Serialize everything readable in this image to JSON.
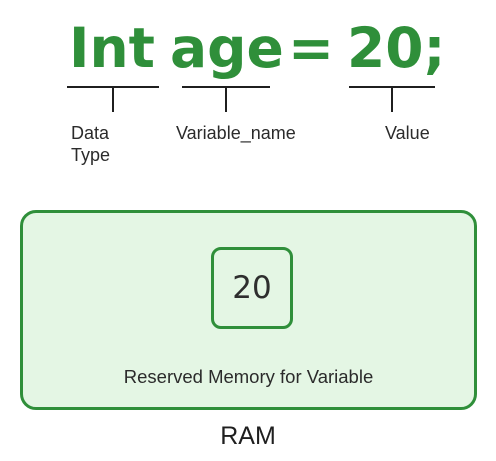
{
  "code": {
    "type_keyword": "Int",
    "variable_name": "age",
    "assignment": "=",
    "value": "20;"
  },
  "annotations": {
    "data_type_line1": "Data",
    "data_type_line2": "Type",
    "variable_name": "Variable_name",
    "value": "Value"
  },
  "memory": {
    "cell_value": "20",
    "reserved_caption": "Reserved Memory for Variable",
    "ram_label": "RAM"
  },
  "colors": {
    "accent_green": "#2f8f3a",
    "memory_fill": "#e4f6e4",
    "text_dark": "#2b2b2b"
  }
}
